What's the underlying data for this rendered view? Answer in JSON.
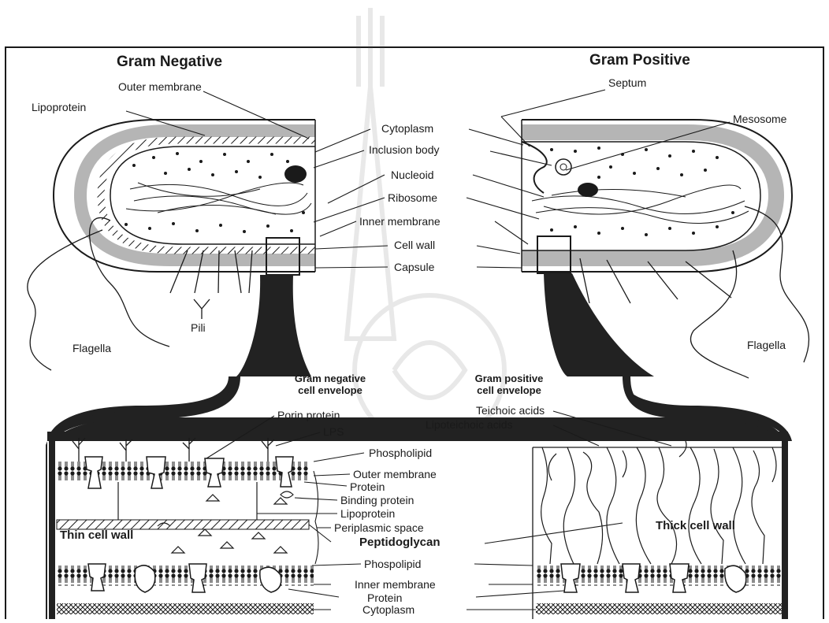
{
  "titles": {
    "gram_negative": "Gram Negative",
    "gram_positive": "Gram Positive"
  },
  "envelopes": {
    "negative_line1": "Gram negative",
    "negative_line2": "cell envelope",
    "positive_line1": "Gram positive",
    "positive_line2": "cell envelope"
  },
  "cell_labels": {
    "outer_membrane": "Outer membrane",
    "lipoprotein": "Lipoprotein",
    "septum": "Septum",
    "mesosome": "Mesosome",
    "cytoplasm": "Cytoplasm",
    "inclusion_body": "Inclusion body",
    "nucleoid": "Nucleoid",
    "ribosome": "Ribosome",
    "inner_membrane": "Inner membrane",
    "cell_wall": "Cell wall",
    "capsule": "Capsule",
    "pili": "Pili",
    "flagella_left": "Flagella",
    "flagella_right": "Flagella"
  },
  "envelope_labels": {
    "porin_protein": "Porin protein",
    "lps": "LPS",
    "phospholipid": "Phospholipid",
    "outer_membrane": "Outer membrane",
    "protein_top": "Protein",
    "binding_protein": "Binding protein",
    "lipoprotein": "Lipoprotein",
    "periplasmic_space": "Periplasmic space",
    "peptidoglycan": "Peptidoglycan",
    "phospolipid": "Phospolipid",
    "inner_membrane": "Inner membrane",
    "protein_bottom": "Protein",
    "cytoplasm": "Cytoplasm",
    "thin_cell_wall": "Thin cell wall",
    "thick_cell_wall": "Thick cell wall",
    "teichoic_acids": "Teichoic acids",
    "lipoteichoic_acids": "Lipoteichoic acids"
  },
  "colors": {
    "ink": "#1a1a1a",
    "wall_gray": "#b5b5b5",
    "band_black": "#222222"
  }
}
